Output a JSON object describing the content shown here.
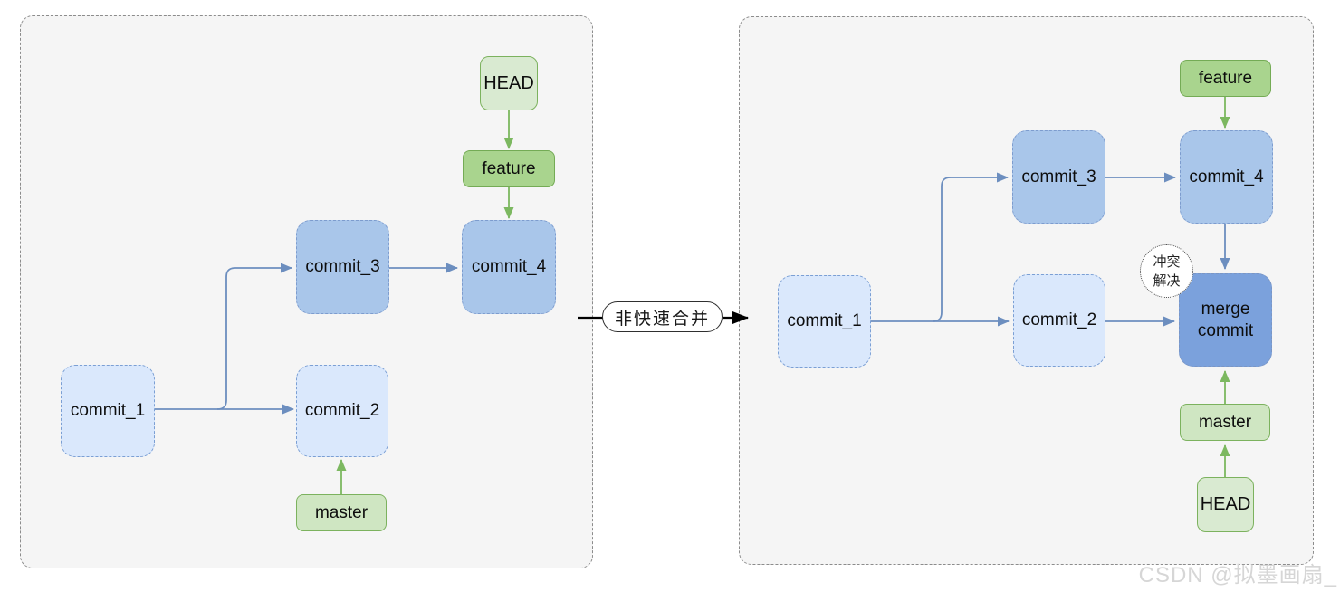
{
  "diagram": {
    "transition_label": "非快速合并",
    "watermark": "CSDN @拟墨画扇_",
    "before": {
      "head": "HEAD",
      "feature": "feature",
      "master": "master",
      "commit_1": "commit_1",
      "commit_2": "commit_2",
      "commit_3": "commit_3",
      "commit_4": "commit_4"
    },
    "after": {
      "head": "HEAD",
      "feature": "feature",
      "master": "master",
      "commit_1": "commit_1",
      "commit_2": "commit_2",
      "commit_3": "commit_3",
      "commit_4": "commit_4",
      "merge_commit_line1": "merge",
      "merge_commit_line2": "commit",
      "conflict_note_line1": "冲突",
      "conflict_note_line2": "解决"
    },
    "colors": {
      "panel_bg": "#f5f5f5",
      "panel_border": "#8c8c8c",
      "light_blue_fill": "#dae8fc",
      "light_blue_border": "#7b9fd4",
      "medium_blue_fill": "#a9c6ea",
      "medium_blue_border": "#7d9cce",
      "merge_blue_fill": "#7ba1dc",
      "merge_blue_border": "#7b96c4",
      "head_green_fill": "#d9ead1",
      "feature_green_fill": "#a9d48e",
      "master_green_fill": "#cfe6c2",
      "green_border": "#7cb25e",
      "blue_arrow": "#6c8ebf",
      "green_arrow": "#7cb860",
      "black_arrow": "#000000",
      "watermark_color": "#d6d6d6"
    }
  }
}
